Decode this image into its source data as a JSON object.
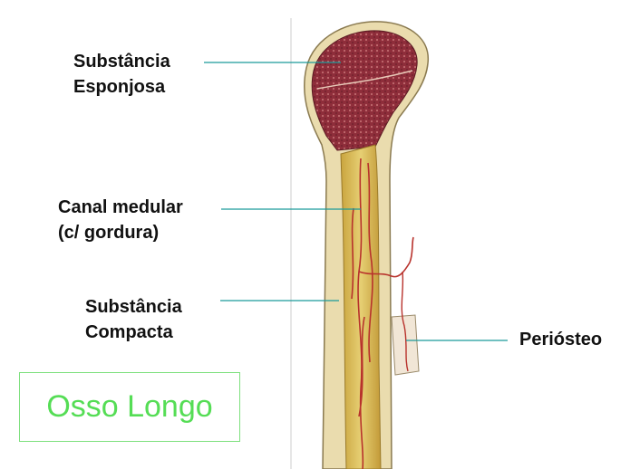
{
  "labels": {
    "esponjosa": [
      "Substância",
      "Esponjosa"
    ],
    "canal": [
      "Canal medular",
      "(c/ gordura)"
    ],
    "compacta": [
      "Substância",
      "Compacta"
    ],
    "periosteo": "Periósteo"
  },
  "title": "Osso Longo",
  "colors": {
    "leader_line": "#1a9a9a",
    "spongy": "#8e2d3a",
    "marrow": "#d8bb55",
    "compact": "#e8d9a8",
    "vessel": "#b8322c",
    "title_text": "#55dd55",
    "title_border": "#7ee07e"
  }
}
